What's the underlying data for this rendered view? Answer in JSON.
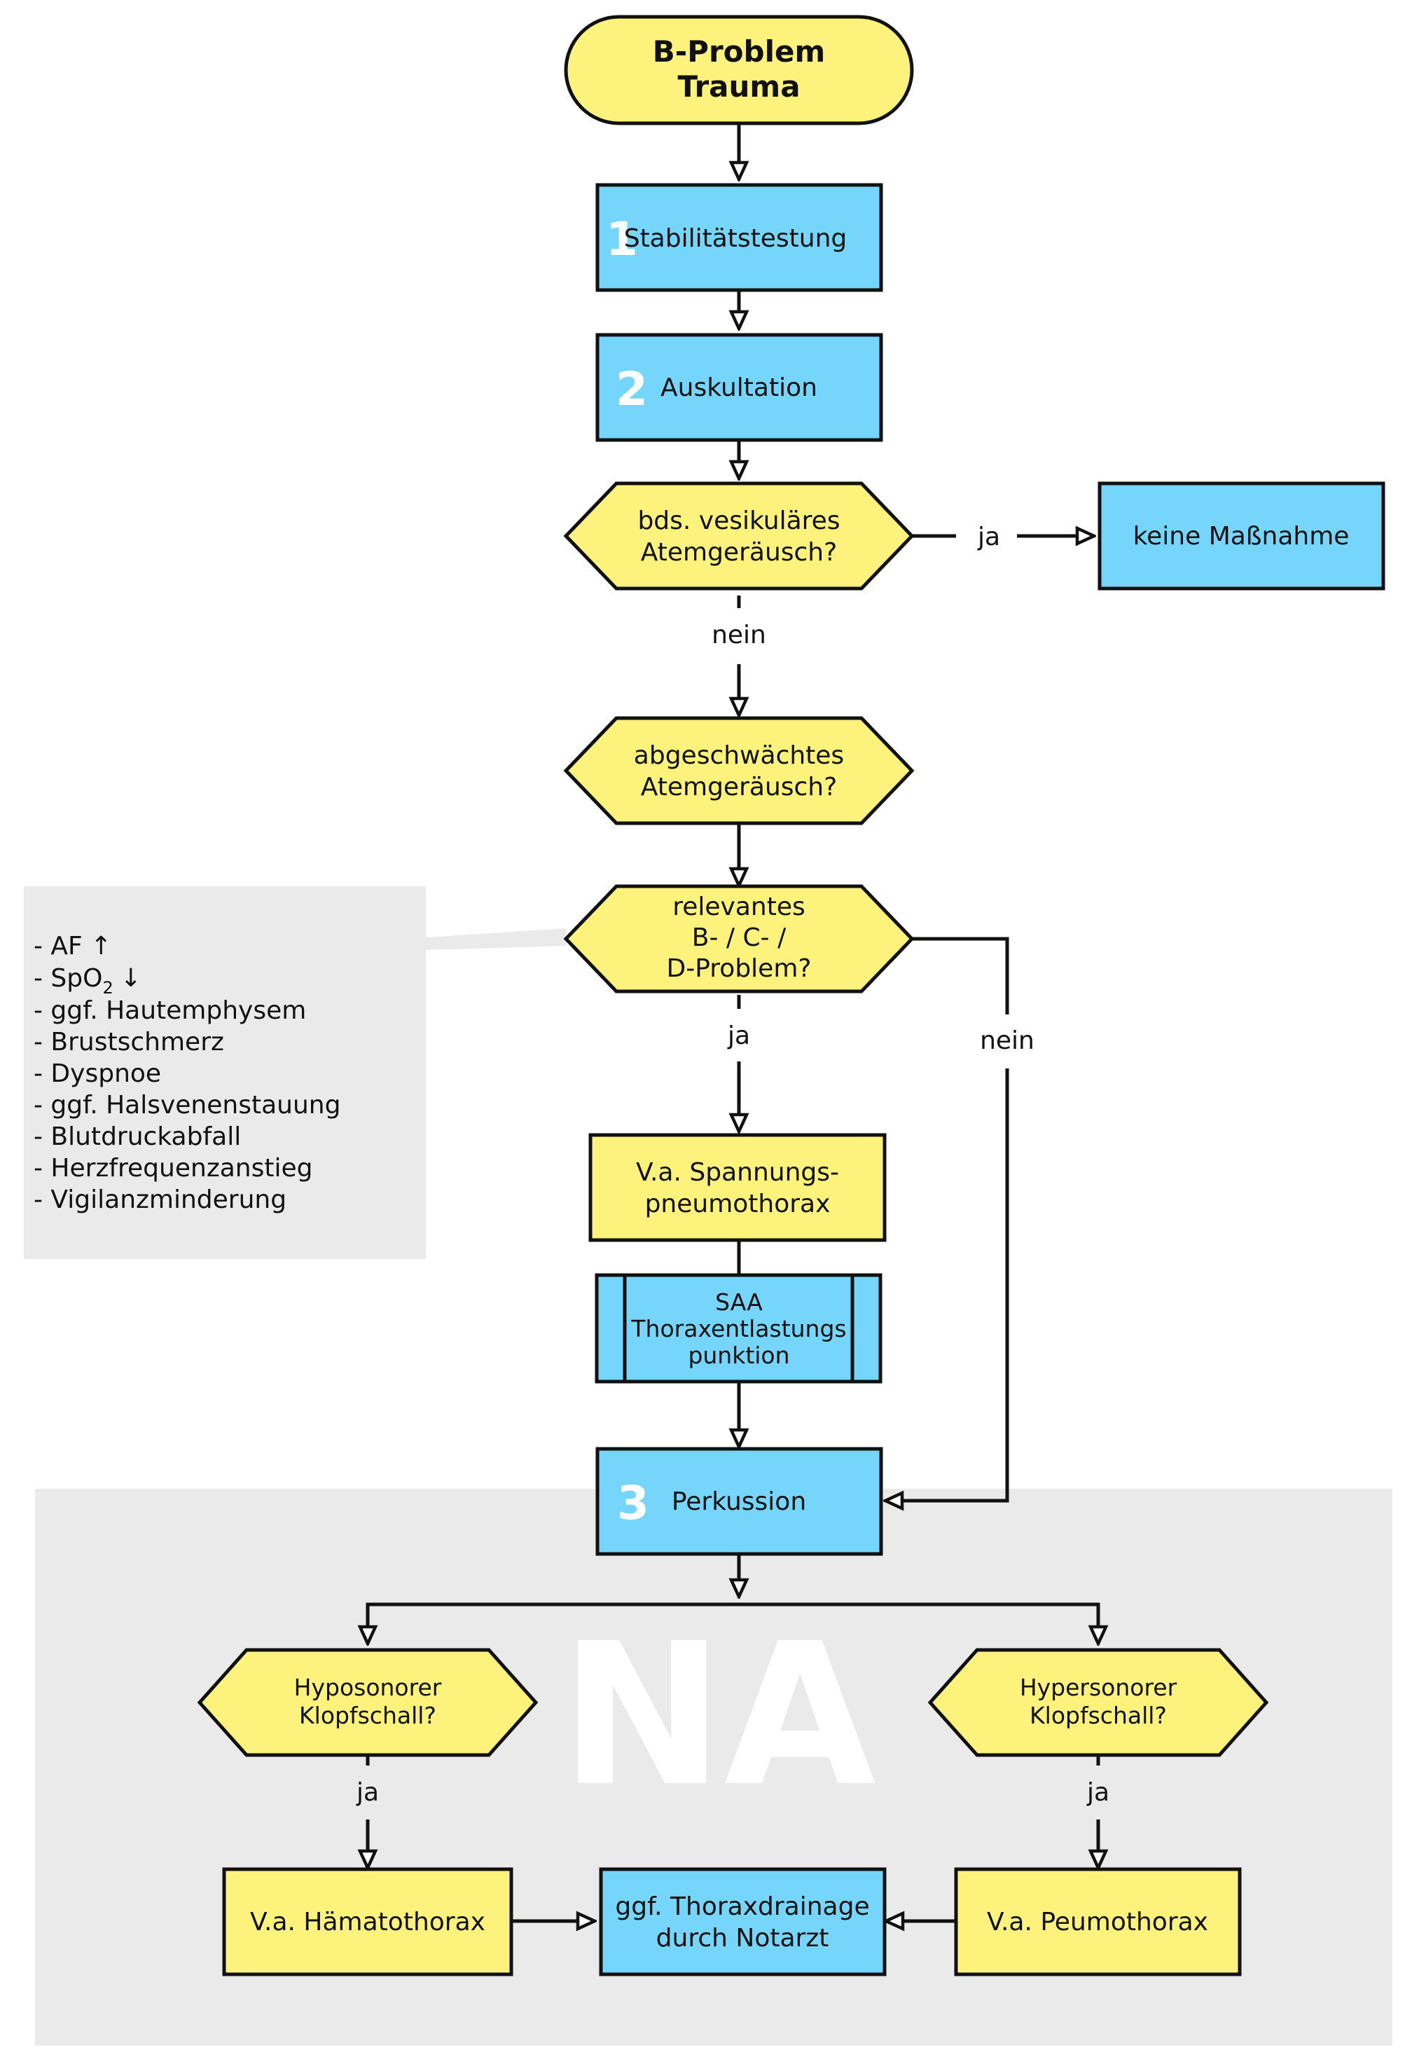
{
  "colors": {
    "yellow": "#fdf27c",
    "blue": "#76d5fb",
    "grey_panel": "#eaeaea",
    "stroke": "#111111"
  },
  "nodes": {
    "start": {
      "line1": "B-Problem",
      "line2": "Trauma"
    },
    "step1": {
      "number": "1",
      "label": "Stabilitätstestung"
    },
    "step2": {
      "number": "2",
      "label": "Auskultation"
    },
    "decision_vesicular": {
      "line1": "bds. vesikuläres",
      "line2": "Atemgeräusch?"
    },
    "no_action": {
      "label": "keine Maßnahme"
    },
    "decision_weakened": {
      "line1": "abgeschwächtes",
      "line2": "Atemgeräusch?"
    },
    "decision_relevant": {
      "line1": "relevantes",
      "line2": "B-  / C-  /",
      "line3": "D-Problem?"
    },
    "suspect_tension": {
      "line1": "V.a. Spannungs-",
      "line2": "pneumothorax"
    },
    "saa": {
      "line1": "SAA",
      "line2": "Thoraxentlastungs",
      "line3": "punktion"
    },
    "step3": {
      "number": "3",
      "label": "Perkussion"
    },
    "decision_hyposonor": {
      "line1": "Hyposonorer",
      "line2": "Klopfschall?"
    },
    "decision_hypersonor": {
      "line1": "Hypersonorer",
      "line2": "Klopfschall?"
    },
    "suspect_hemato": {
      "label": "V.a. Hämatothorax"
    },
    "thorax_drainage": {
      "line1": "ggf. Thoraxdrainage",
      "line2": "durch Notarzt"
    },
    "suspect_pneumo": {
      "label": "V.a. Peumothorax"
    }
  },
  "edge_labels": {
    "vesicular_yes": "ja",
    "vesicular_no": "nein",
    "relevant_yes": "ja",
    "relevant_no": "nein",
    "hyposonor_yes": "ja",
    "hypersonor_yes": "ja"
  },
  "symptoms": {
    "items": [
      "- AF ↑",
      "- SpO",
      "- ggf. Hautemphysem",
      "- Brustschmerz",
      "- Dyspnoe",
      "- ggf. Halsvenenstauung",
      "- Blutdruckabfall",
      "- Herzfrequenzanstieg",
      "- Vigilanzminderung"
    ],
    "spo2_subscript": "2",
    "spo2_arrow": "↓"
  },
  "na_zone": {
    "label": "NA"
  }
}
